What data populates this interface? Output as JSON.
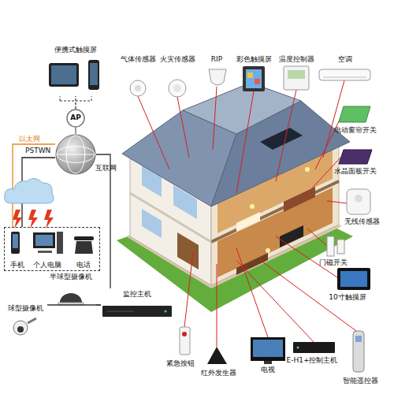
{
  "diagram": {
    "nodes": [
      {
        "text": [
          "便携式触摸屏"
        ]
      },
      {
        "text": [
          "AP"
        ]
      },
      {
        "text": [
          "互联网"
        ]
      },
      {
        "text": [
          "手机",
          "个人电脑",
          "电话"
        ]
      },
      {
        "text": [
          "半球型摄像机"
        ]
      },
      {
        "text": [
          "球型摄像机"
        ]
      },
      {
        "text": [
          "监控主机"
        ]
      }
    ],
    "edges": [
      {
        "from": 1,
        "to": 0,
        "arrow": "none"
      },
      {
        "from": 1,
        "to": 2,
        "arrow": "none"
      },
      {
        "from": 2,
        "to": 3,
        "label": "以太网",
        "arrow": "none"
      },
      {
        "from": 2,
        "to": 3,
        "label": "PSTWN",
        "arrow": "none"
      },
      {
        "from": 2,
        "to": 6,
        "arrow": "none"
      },
      {
        "from": 4,
        "to": 6,
        "arrow": "none"
      },
      {
        "from": 5,
        "to": 6,
        "arrow": "none"
      }
    ],
    "labels": [
      "气体传感器",
      "火灾传感器",
      "RIP",
      "彩色触摸屏",
      "温度控制器",
      "空调",
      "电动窗帘开关",
      "水晶面板开关",
      "无线传感器",
      "门磁开关",
      "10寸触摸屏",
      "智能遥控器",
      "E-H1+控制主机",
      "电视",
      "红外发生器",
      "紧急按钮"
    ]
  }
}
